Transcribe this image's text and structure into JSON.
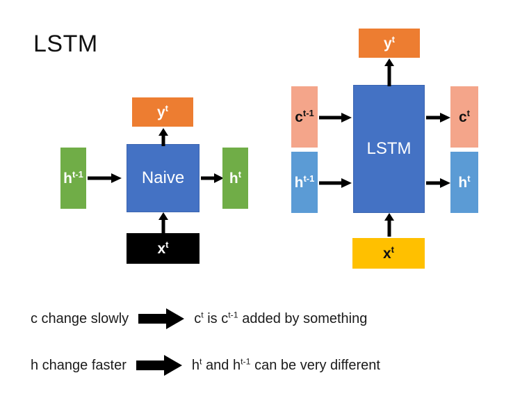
{
  "page": {
    "title": "LSTM",
    "background": "#ffffff"
  },
  "colors": {
    "green": "#70AD47",
    "blue": "#4472C4",
    "orange": "#ED7D31",
    "black": "#000000",
    "salmon": "#F4A58A",
    "light_blue": "#5B9BD5",
    "yellow": "#FFC000",
    "text_dark": "#1a1a1a",
    "text_light": "#ffffff",
    "arrow": "#000000"
  },
  "naive_diagram": {
    "name": "Naive RNN cell diagram",
    "input_h": {
      "base": "h",
      "sup": "t-1"
    },
    "cell": {
      "label": "Naive"
    },
    "output_y": {
      "base": "y",
      "sup": "t"
    },
    "output_h": {
      "base": "h",
      "sup": "t"
    },
    "input_x": {
      "base": "x",
      "sup": "t"
    }
  },
  "lstm_diagram": {
    "name": "LSTM cell diagram",
    "input_c": {
      "base": "c",
      "sup": "t-1"
    },
    "input_h": {
      "base": "h",
      "sup": "t-1"
    },
    "cell": {
      "label": "LSTM"
    },
    "output_y": {
      "base": "y",
      "sup": "t"
    },
    "output_c": {
      "base": "c",
      "sup": "t"
    },
    "output_h": {
      "base": "h",
      "sup": "t"
    },
    "input_x": {
      "base": "x",
      "sup": "t"
    }
  },
  "statements": [
    {
      "left": "c change slowly",
      "right_prefix": "",
      "right_term1": {
        "base": "c",
        "sup": "t"
      },
      "right_mid": " is ",
      "right_term2": {
        "base": "c",
        "sup": "t-1"
      },
      "right_suffix": " added by something"
    },
    {
      "left": "h change faster",
      "right_prefix": "",
      "right_term1": {
        "base": "h",
        "sup": "t"
      },
      "right_mid": " and ",
      "right_term2": {
        "base": "h",
        "sup": "t-1"
      },
      "right_suffix": " can be very different"
    }
  ]
}
